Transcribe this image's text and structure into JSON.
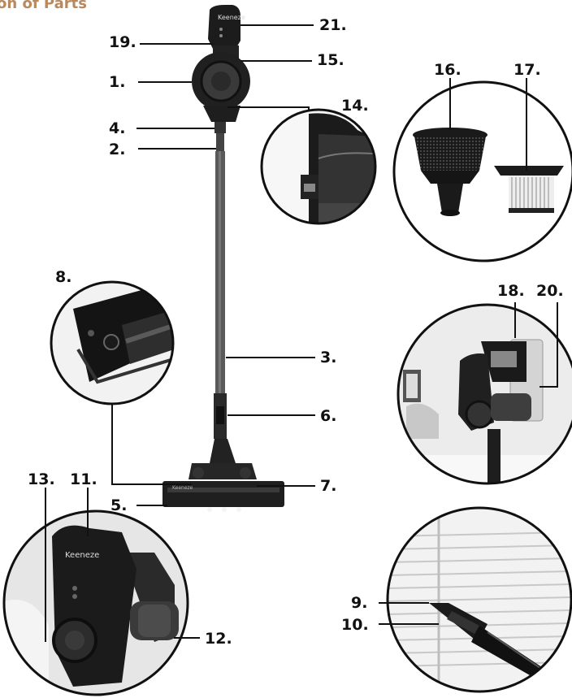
{
  "title": "on of Parts",
  "brand": "Keeneze",
  "labels": {
    "l1": "1.",
    "l2": "2.",
    "l3": "3.",
    "l4": "4.",
    "l5": "5.",
    "l6": "6.",
    "l7": "7.",
    "l8": "8.",
    "l9": "9.",
    "l10": "10.",
    "l11": "11.",
    "l12": "12.",
    "l13": "13.",
    "l14": "14.",
    "l15": "15.",
    "l16": "16.",
    "l17": "17.",
    "l18": "18.",
    "l19": "19.",
    "l20": "20.",
    "l21": "21."
  },
  "colors": {
    "title": "#b8895e",
    "ink": "#111111"
  }
}
